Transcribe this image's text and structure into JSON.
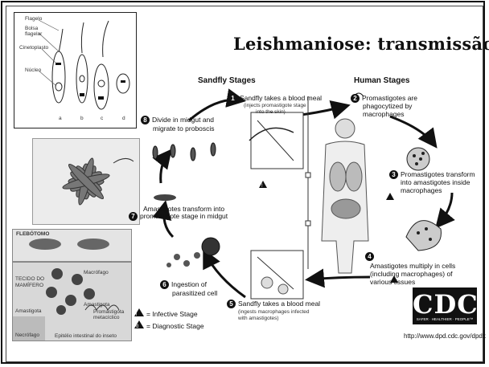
{
  "title": "Leishmaniose: transmissão",
  "headers": {
    "sandfly": "Sandfly Stages",
    "human": "Human Stages"
  },
  "steps": [
    {
      "num": "1",
      "line1": "Sandfly takes a blood meal",
      "line2": "(injects promastigote stage",
      "line3": "into the skin)"
    },
    {
      "num": "2",
      "line1": "Promastigotes are",
      "line2": "phagocytized by",
      "line3": "macrophages"
    },
    {
      "num": "3",
      "line1": "Promastigotes transform",
      "line2": "into amastigotes inside",
      "line3": "macrophages"
    },
    {
      "num": "4",
      "line1": "Amastigotes multiply in cells",
      "line2": "(including macrophages) of",
      "line3": "various tissues"
    },
    {
      "num": "5",
      "line1": "Sandfly takes a blood meal",
      "line2": "(ingests macrophages infected",
      "line3": "with amastigotes)"
    },
    {
      "num": "6",
      "line1": "Ingestion of",
      "line2": "parasitized cell"
    },
    {
      "num": "7",
      "line1": "Amastigotes transform into",
      "line2": "promastigote stage in midgut"
    },
    {
      "num": "8",
      "line1": "Divide in midgut and",
      "line2": "migrate to proboscis"
    }
  ],
  "legend": {
    "infective": "= Infective Stage",
    "diagnostic": "= Diagnostic Stage",
    "i_mark": "i",
    "d_mark": "d"
  },
  "parasite_labels": {
    "flagelo": "Flagelo",
    "bolsa1": "Bolsa",
    "bolsa2": "flagelar",
    "cinetoplasto": "Cinetoplasto",
    "nucleo": "Núcleo",
    "a": "a",
    "b": "b",
    "c": "c",
    "d": "d"
  },
  "lifecycle_labels": {
    "flebotomo": "FLEBÓTOMO",
    "tecido1": "TECIDO DO",
    "tecido2": "MAMÍFERO",
    "macrofago": "Macrófago",
    "amastigota": "Amastigota",
    "amastigota2": "Amastigota",
    "promastigota1": "Promastigota",
    "promastigota2": "metacíclico",
    "necrofago": "Necrófago",
    "epitelio": "Epitélio intestinal do inseto"
  },
  "cdc": {
    "logo": "CDC",
    "tagline": "SAFER · HEALTHIER · PEOPLE™",
    "url": "http://www.dpd.cdc.gov/dpdx"
  },
  "colors": {
    "frame": "#111111",
    "background": "#ffffff",
    "arrow": "#111111"
  }
}
